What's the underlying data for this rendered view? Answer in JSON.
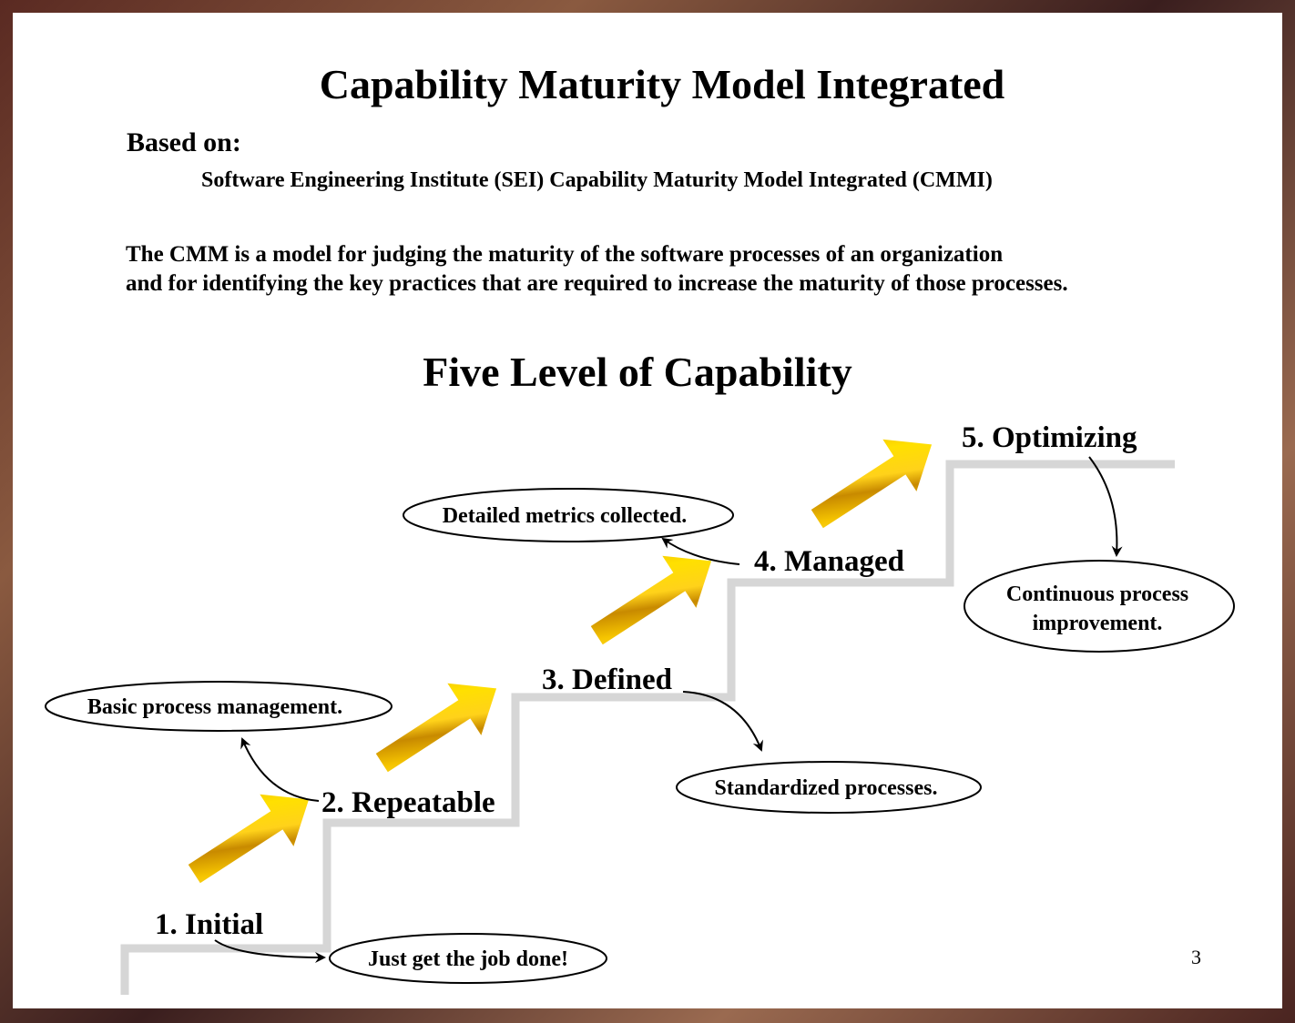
{
  "title": "Capability Maturity Model Integrated",
  "based_on_label": "Based on:",
  "source": "Software Engineering Institute (SEI) Capability Maturity Model Integrated (CMMI)",
  "description": [
    "The CMM is a model for judging the maturity of the software processes of an organization",
    "and for identifying the key practices that are required to increase the maturity of those processes."
  ],
  "subtitle": "Five Level of Capability",
  "levels": [
    {
      "label": "1. Initial",
      "note": [
        "Just get the job done!"
      ]
    },
    {
      "label": "2. Repeatable",
      "note": [
        "Basic process management."
      ]
    },
    {
      "label": "3. Defined",
      "note": [
        "Standardized processes."
      ]
    },
    {
      "label": "4. Managed",
      "note": [
        "Detailed metrics collected."
      ]
    },
    {
      "label": "5. Optimizing",
      "note": [
        "Continuous process",
        "improvement."
      ]
    }
  ],
  "page_number": "3",
  "colors": {
    "stair": "#d6d6d6",
    "arrow_dark": "#c88a00",
    "arrow_light": "#ffe640"
  }
}
